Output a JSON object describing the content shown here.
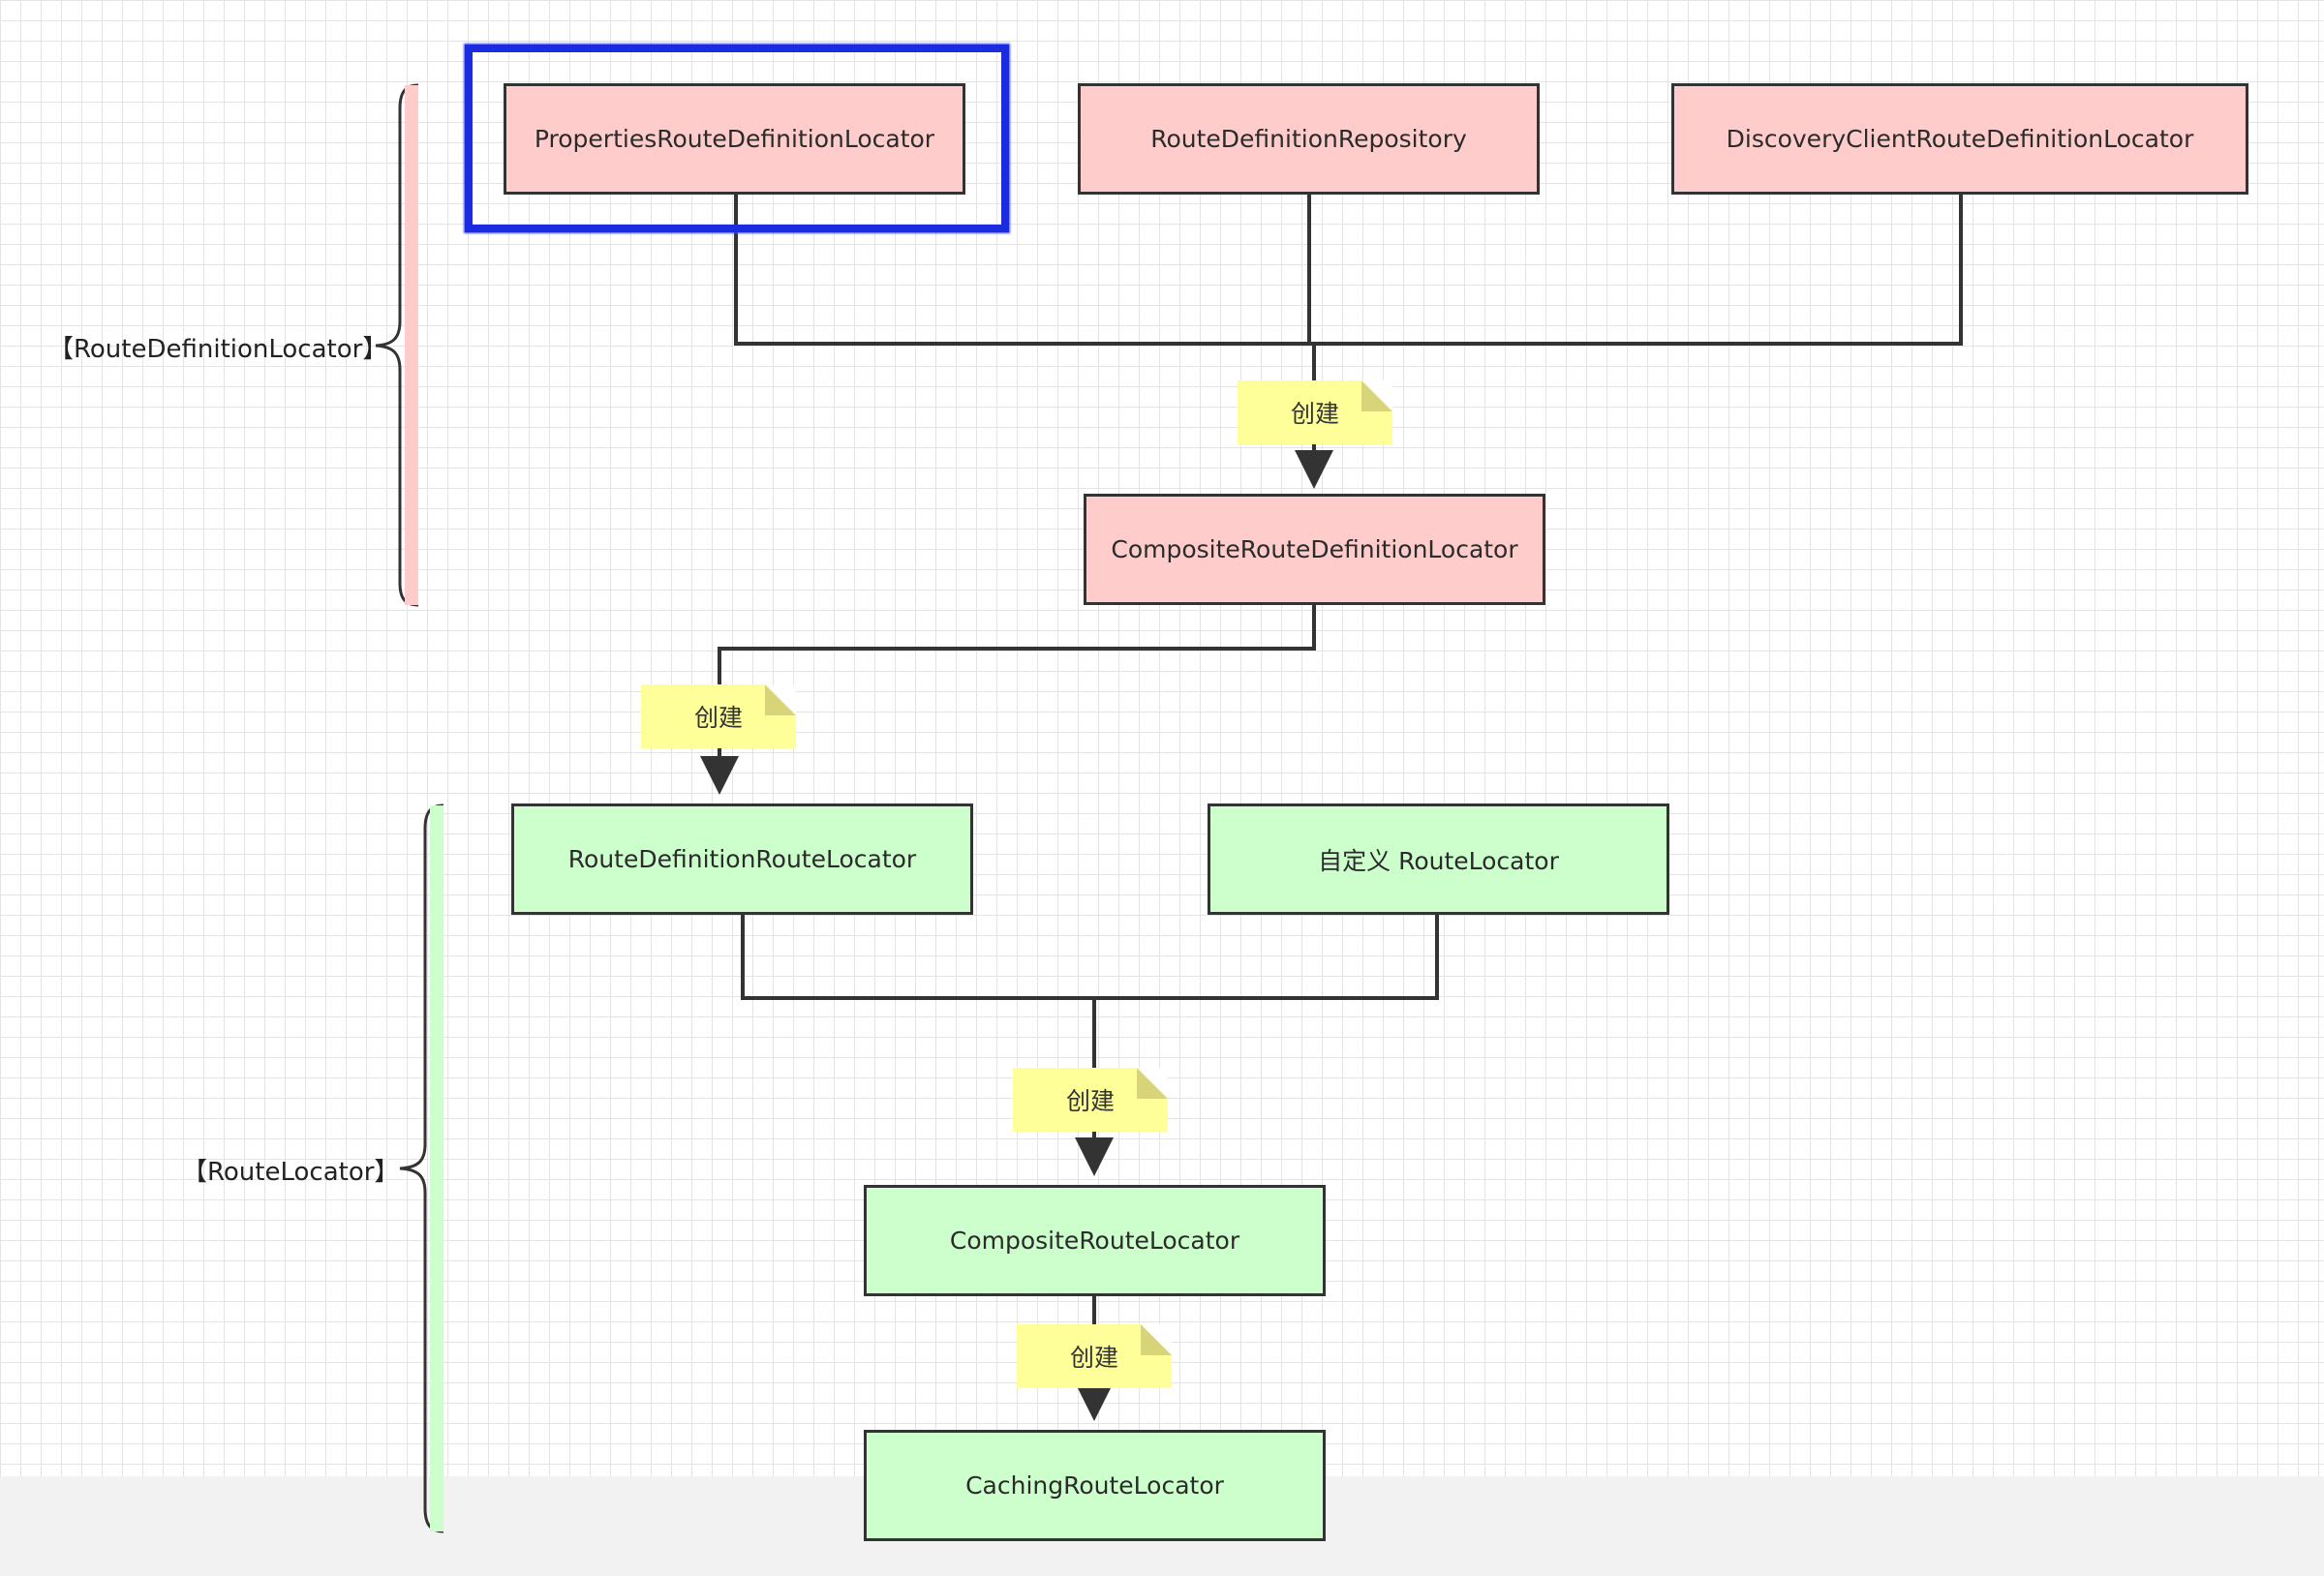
{
  "colors": {
    "route_definition_fill": "#ffcccc",
    "route_locator_fill": "#ccffcc",
    "note_fill": "#ffff99",
    "highlight": "#1a2be0"
  },
  "groups": {
    "route_definition_locator": "【RouteDefinitionLocator】",
    "route_locator": "【RouteLocator】"
  },
  "nodes": {
    "properties_route_definition_locator": "PropertiesRouteDefinitionLocator",
    "route_definition_repository": "RouteDefinitionRepository",
    "discovery_client_route_definition_locator": "DiscoveryClientRouteDefinitionLocator",
    "composite_route_definition_locator": "CompositeRouteDefinitionLocator",
    "route_definition_route_locator": "RouteDefinitionRouteLocator",
    "custom_route_locator": "自定义 RouteLocator",
    "composite_route_locator": "CompositeRouteLocator",
    "caching_route_locator": "CachingRouteLocator"
  },
  "notes": {
    "create_1": "创建",
    "create_2": "创建",
    "create_3": "创建",
    "create_4": "创建"
  },
  "edges": [
    {
      "from": "PropertiesRouteDefinitionLocator",
      "to": "CompositeRouteDefinitionLocator",
      "label": "创建"
    },
    {
      "from": "RouteDefinitionRepository",
      "to": "CompositeRouteDefinitionLocator",
      "label": "创建"
    },
    {
      "from": "DiscoveryClientRouteDefinitionLocator",
      "to": "CompositeRouteDefinitionLocator",
      "label": "创建"
    },
    {
      "from": "CompositeRouteDefinitionLocator",
      "to": "RouteDefinitionRouteLocator",
      "label": "创建"
    },
    {
      "from": "RouteDefinitionRouteLocator",
      "to": "CompositeRouteLocator",
      "label": "创建"
    },
    {
      "from": "自定义 RouteLocator",
      "to": "CompositeRouteLocator",
      "label": "创建"
    },
    {
      "from": "CompositeRouteLocator",
      "to": "CachingRouteLocator",
      "label": "创建"
    }
  ]
}
